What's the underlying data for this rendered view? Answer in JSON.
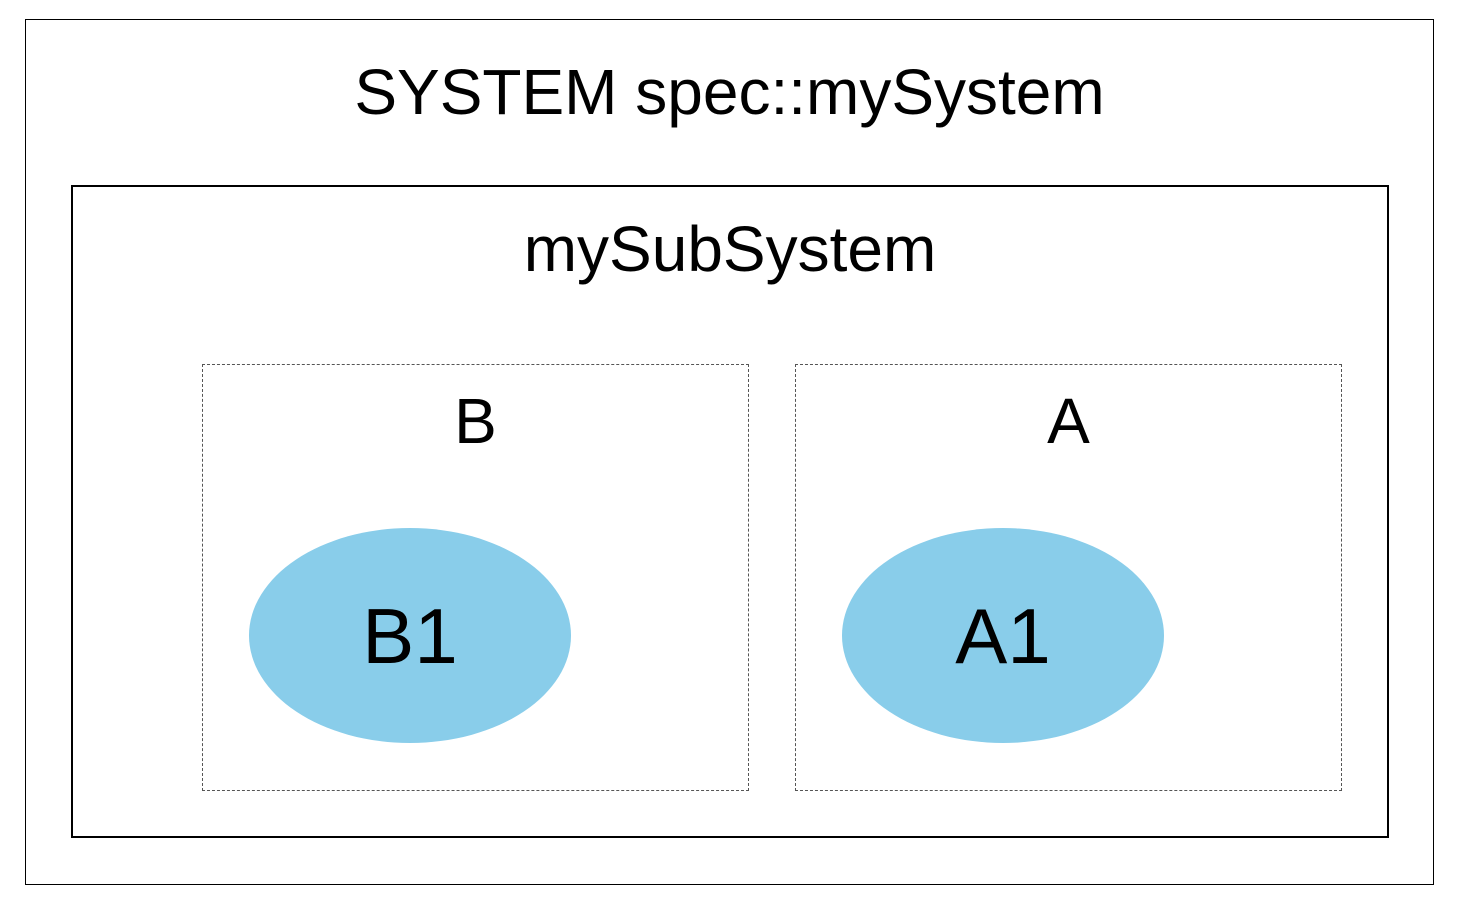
{
  "system": {
    "title": "SYSTEM spec::mySystem",
    "subsystem": {
      "title": "mySubSystem",
      "components": [
        {
          "label": "B",
          "nodes": [
            {
              "label": "B1"
            }
          ]
        },
        {
          "label": "A",
          "nodes": [
            {
              "label": "A1"
            }
          ]
        }
      ]
    }
  },
  "colors": {
    "node_fill": "#89CDEA",
    "frame_stroke": "#000000",
    "component_stroke": "#555555",
    "background": "#FFFFFF"
  }
}
